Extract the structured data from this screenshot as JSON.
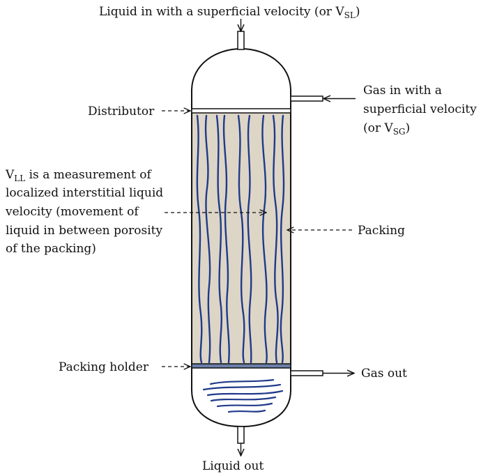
{
  "labels": {
    "liquid_in": {
      "main": "Liquid in with a superficial velocity (or V",
      "sub": "SL",
      "tail": ")"
    },
    "gas_in": {
      "line1": "Gas in with a",
      "line2": "superficial velocity",
      "line3_main": "(or V",
      "line3_sub": "SG",
      "line3_tail": ")"
    },
    "distributor": "Distributor",
    "vll": {
      "v": "V",
      "v_sub": "LL",
      "line1_rest": " is a measurement of",
      "line2": "localized interstitial liquid",
      "line3": "velocity (movement of",
      "line4": "liquid in between porosity",
      "line5": "of the packing)"
    },
    "packing": "Packing",
    "packing_holder": "Packing holder",
    "gas_out": "Gas out",
    "liquid_out": "Liquid out"
  },
  "colors": {
    "stroke": "#111111",
    "packing_fill": "#ddd5c6",
    "liquid_lines": "#1f3a8a"
  }
}
